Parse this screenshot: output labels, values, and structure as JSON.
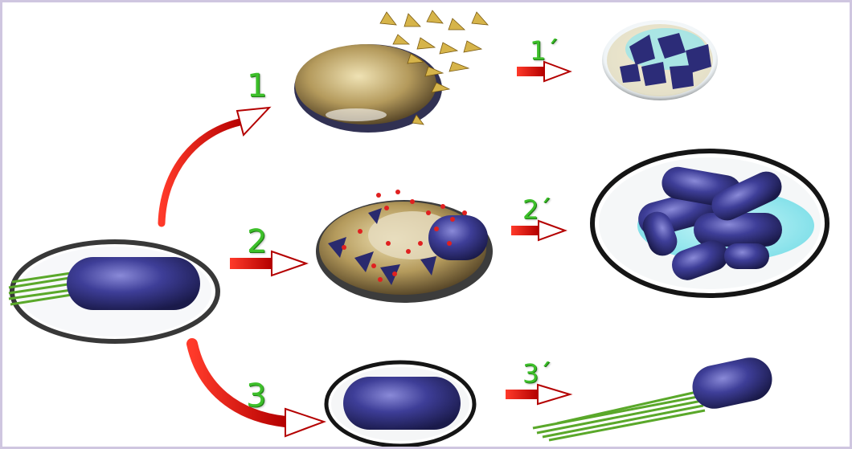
{
  "diagram": {
    "path_labels": {
      "path1": "1",
      "path2": "2",
      "path3": "3"
    },
    "result_labels": {
      "result1": "1´",
      "result2": "2´",
      "result3": "3´"
    },
    "colors": {
      "label_green": "#3dbf2a",
      "arrow_red": "#e01010",
      "cell_blue": "#3a3a8e",
      "shell_gold": "#c8b27a",
      "flagella_green": "#5aa82a",
      "frame_lilac": "#cfc6e0"
    }
  }
}
